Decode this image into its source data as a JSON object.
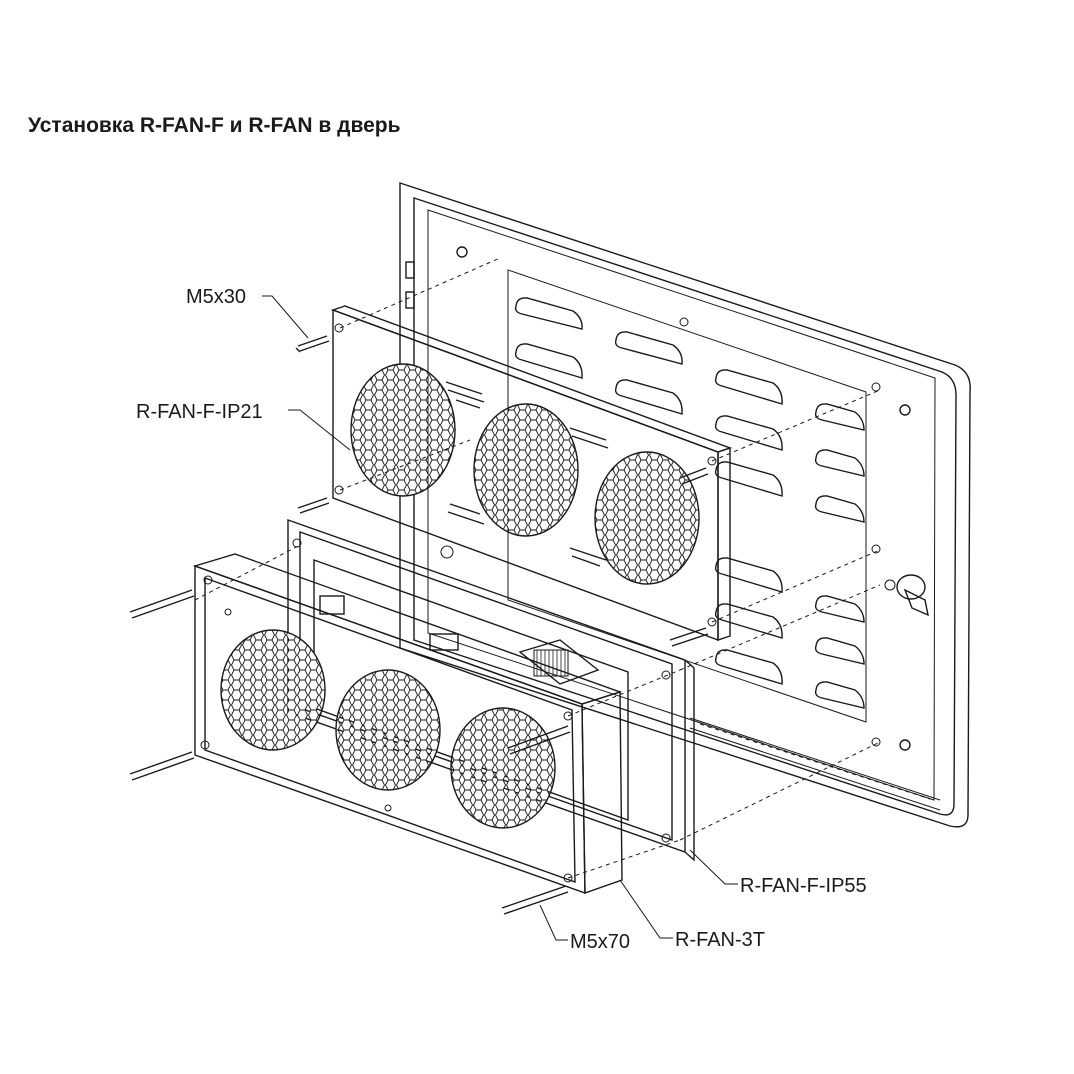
{
  "title": "Установка R-FAN-F и R-FAN в дверь",
  "callouts": {
    "screw_m5x30": "M5x30",
    "filter_ip21": "R-FAN-F-IP21",
    "filter_ip55": "R-FAN-F-IP55",
    "fan_unit": "R-FAN-3T",
    "screw_m5x70": "M5x70"
  },
  "colors": {
    "line": "#1a1a1a",
    "panel_fill": "#ffffff",
    "door_shade": "#f4f4f4"
  }
}
